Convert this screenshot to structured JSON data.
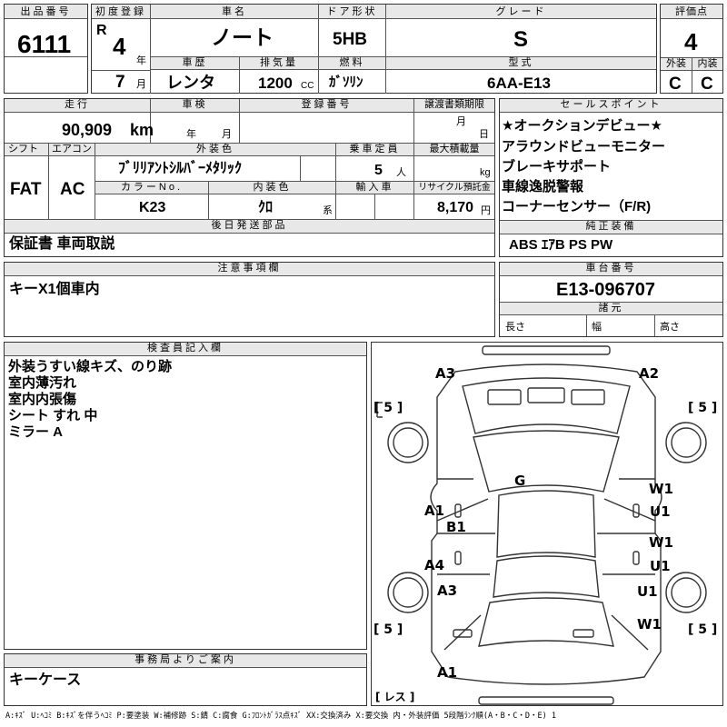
{
  "header": {
    "lot_label": "出品番号",
    "lot_no": "6111",
    "reg_label": "初度登録",
    "era": "R",
    "year": "4",
    "year_unit": "年",
    "month": "7",
    "month_unit": "月",
    "name_label": "車名",
    "name": "ノート",
    "door_label": "ドア形状",
    "door": "5HB",
    "grade_label": "グレード",
    "grade": "S",
    "score_label": "評価点",
    "score": "4",
    "history_label": "車歴",
    "history": "レンタ",
    "disp_label": "排気量",
    "disp": "1200",
    "disp_unit": "CC",
    "fuel_label": "燃料",
    "fuel": "ｶﾞｿﾘﾝ",
    "model_label": "型式",
    "model": "6AA-E13",
    "ext_label": "外装",
    "ext": "C",
    "int_label": "内装",
    "int": "C"
  },
  "row2": {
    "mileage_label": "走行",
    "mileage": "90,909",
    "mileage_unit": "km",
    "inspection_label": "車検",
    "insp_year_unit": "年",
    "insp_month_unit": "月",
    "regno_label": "登録番号",
    "transfer_label": "譲渡書類期限",
    "transfer_month_unit": "月",
    "transfer_day_unit": "日",
    "shift_label": "シフト",
    "shift": "FAT",
    "ac_label": "エアコン",
    "ac": "AC",
    "color_label": "外装色",
    "color": "ﾌﾞﾘﾘｱﾝﾄｼﾙﾊﾞｰﾒﾀﾘｯｸ",
    "colorno_label": "カラーNo.",
    "colorno": "K23",
    "interior_label": "内装色",
    "interior": "ｸﾛ",
    "interior_unit": "系",
    "seats_label": "乗車定員",
    "seats": "5",
    "seats_unit": "人",
    "maxload_label": "最大積載量",
    "maxload_unit": "kg",
    "import_label": "輸入車",
    "recycle_label": "リサイクル預託金",
    "recycle": "8,170",
    "recycle_unit": "円",
    "later_label": "後日発送部品",
    "later": "保証書 車両取説"
  },
  "selling_points": {
    "label": "セールスポイント",
    "items": [
      "★オークションデビュー★",
      "アラウンドビューモニター",
      "ブレーキサポート",
      "車線逸脱警報",
      "コーナーセンサー（F/R)"
    ]
  },
  "equipment": {
    "label": "純正装備",
    "value": "ABS ｴｱB PS PW"
  },
  "notes": {
    "label": "注意事項欄",
    "value": "キーX1個車内"
  },
  "chassis": {
    "label": "車台番号",
    "value": "E13-096707"
  },
  "spec": {
    "label": "諸元",
    "length": "長さ",
    "width": "幅",
    "height": "高さ"
  },
  "inspector": {
    "label": "検査員記入欄",
    "lines": [
      "外装うすい線キズ、のり跡",
      "室内薄汚れ",
      "室内内張傷",
      "シート すれ 中",
      "ミラー A"
    ]
  },
  "office": {
    "label": "事務局よりご案内",
    "value": "キーケース"
  },
  "diagram": {
    "tires": [
      "[ 5 ]",
      "[ 5 ]",
      "[ 5 ]",
      "[ 5 ]"
    ],
    "spare": "[ レス ]",
    "marks": {
      "a3_top": "A3",
      "a2_top": "A2",
      "g": "G",
      "a1_left": "A1",
      "b1": "B1",
      "a4": "A4",
      "a3_left": "A3",
      "w1_a": "W1",
      "u1_a": "U1",
      "w1_b": "W1",
      "u1_b": "U1",
      "u1_c": "U1",
      "w1_c": "W1",
      "a1_bottom": "A1"
    }
  },
  "legend": "A:ｷｽﾞ U:ﾍｺﾐ B:ｷｽﾞを伴うﾍｺﾐ P:要塗装 W:補修跡 S:錆 C:腐食 G:ﾌﾛﾝﾄｶﾞﾗｽ点ｷｽﾞ XX:交換済み X:要交換 内・外装評価 5段階ﾗﾝｸ順(A・B・C・D・E) 1"
}
